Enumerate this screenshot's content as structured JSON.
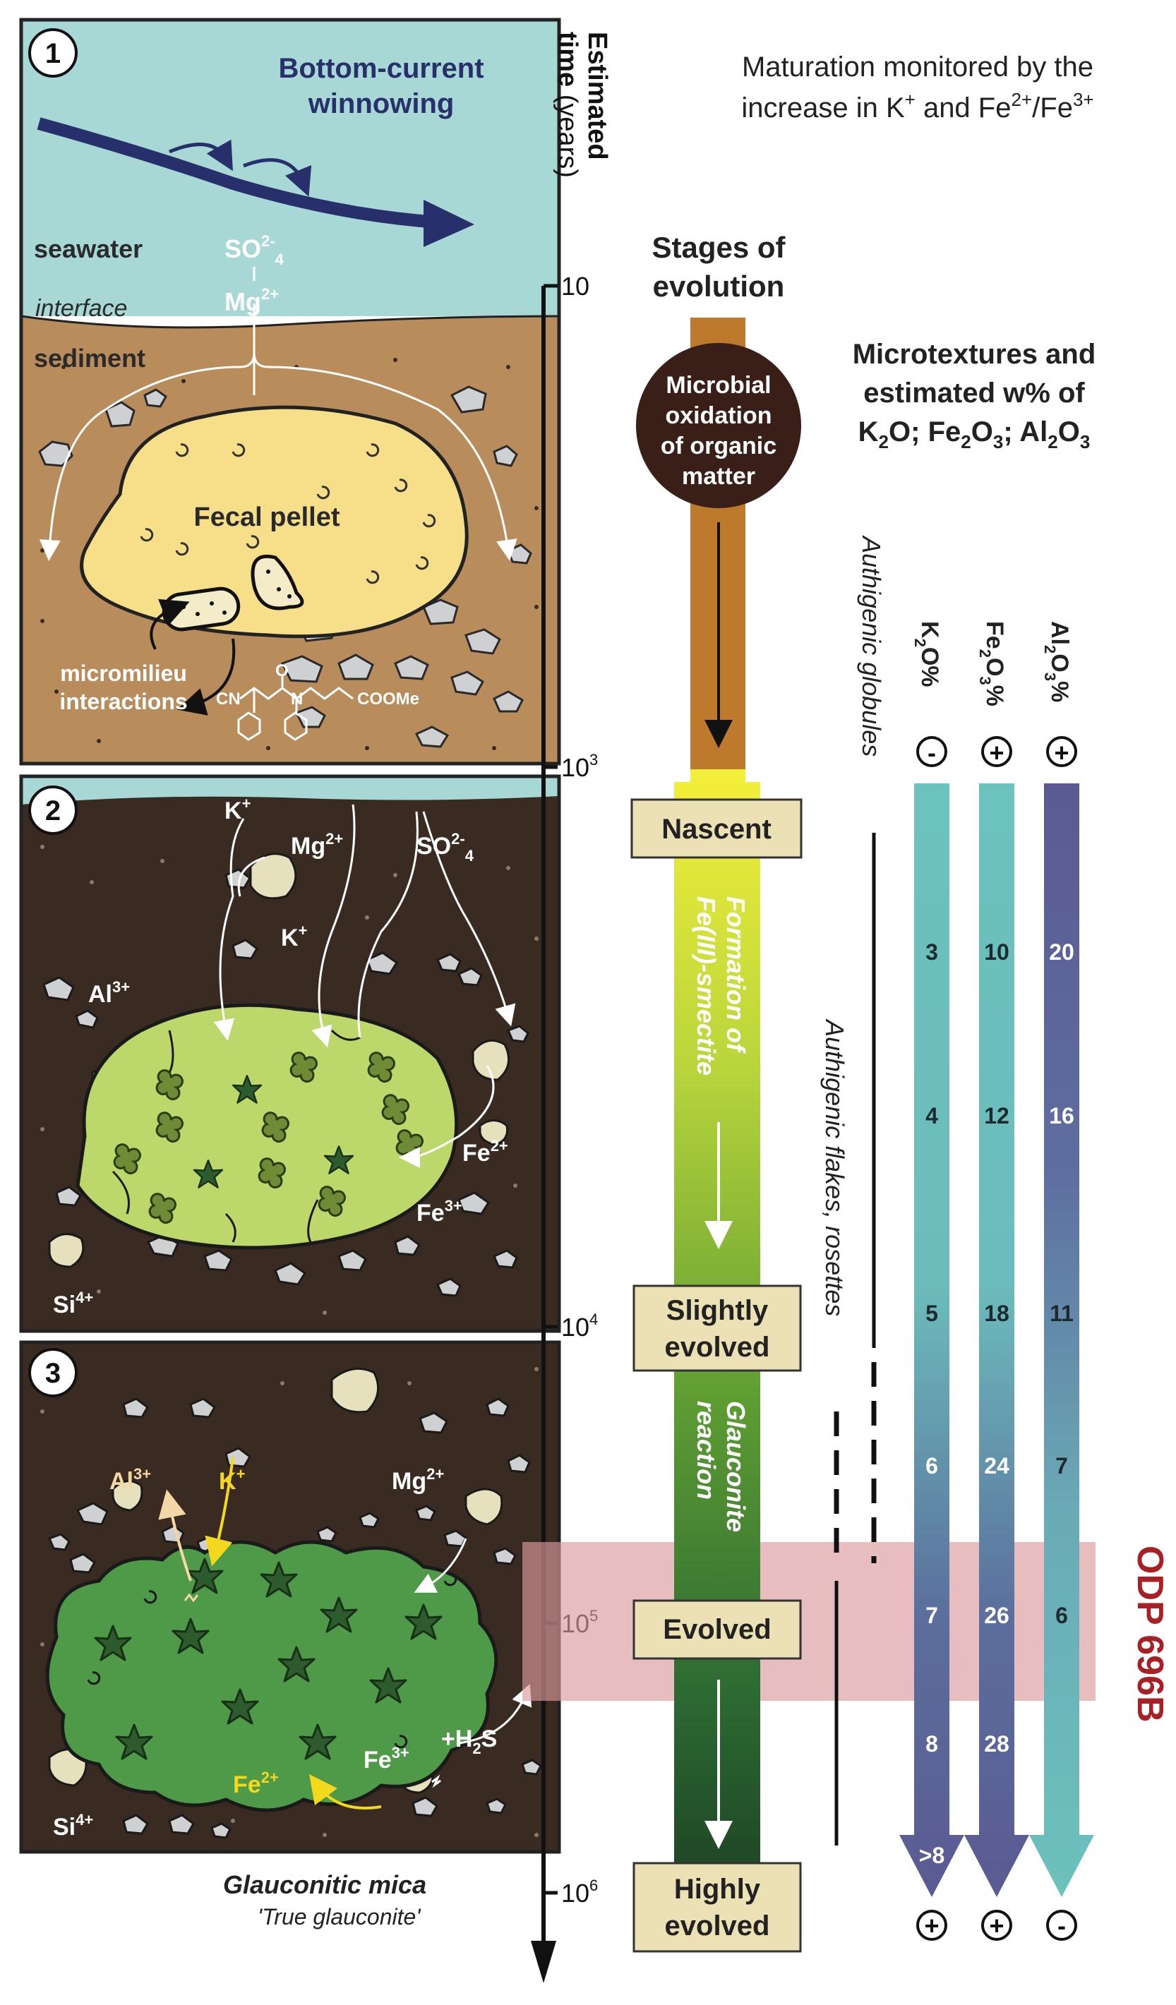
{
  "top_note": {
    "line1": "Maturation monitored by the",
    "line2_a": "increase in K",
    "line2_sup": "+",
    "line2_b": " and Fe",
    "line2_sup2": "2+",
    "line2_c": "/Fe",
    "line2_sup3": "3+"
  },
  "time_axis": {
    "title": "Estimated",
    "title2": "time",
    "unit": "(years)",
    "ticks": [
      {
        "base": "10",
        "exp": ""
      },
      {
        "base": "10",
        "exp": "3"
      },
      {
        "base": "10",
        "exp": "4"
      },
      {
        "base": "10",
        "exp": "5"
      },
      {
        "base": "10",
        "exp": "6"
      }
    ]
  },
  "panel1": {
    "number": "1",
    "current_line1": "Bottom-current",
    "current_line2": "winnowing",
    "seawater": "seawater",
    "interface": "interface",
    "sediment": "sediment",
    "so4_base": "SO",
    "so4_sup": "2-",
    "so4_sub": "4",
    "mg_base": "Mg",
    "mg_sup": "2+",
    "fecal_pellet": "Fecal pellet",
    "micromilieu1": "micromilieu",
    "micromilieu2": "interactions",
    "chem_cn": "CN",
    "chem_n": "N",
    "chem_o": "O",
    "chem_coome": "COOMe"
  },
  "panel2": {
    "number": "2",
    "k1_base": "K",
    "k1_sup": "+",
    "mg_base": "Mg",
    "mg_sup": "2+",
    "so4_base": "SO",
    "so4_sup": "2-",
    "so4_sub": "4",
    "k2_base": "K",
    "k2_sup": "+",
    "al_base": "Al",
    "al_sup": "3+",
    "fe2_base": "Fe",
    "fe2_sup": "2+",
    "fe3_base": "Fe",
    "fe3_sup": "3+",
    "si_base": "Si",
    "si_sup": "4+"
  },
  "panel3": {
    "number": "3",
    "al_base": "Al",
    "al_sup": "3+",
    "k_base": "K",
    "k_sup": "+",
    "mg_base": "Mg",
    "mg_sup": "2+",
    "fe2_base": "Fe",
    "fe2_sup": "2+",
    "fe3_base": "Fe",
    "fe3_sup": "3+",
    "h2s_a": "+H",
    "h2s_sub": "2",
    "h2s_b": "S",
    "si_base": "Si",
    "si_sup": "4+",
    "caption1": "Glauconitic mica",
    "caption2": "'True glauconite'"
  },
  "stages": {
    "title1": "Stages of",
    "title2": "evolution",
    "microbial": [
      "Microbial",
      "oxidation",
      "of organic",
      "matter"
    ],
    "nascent": "Nascent",
    "formation1": "Formation of",
    "formation2": "Fe(III)-smectite",
    "slightly1": "Slightly",
    "slightly2": "evolved",
    "glauconite1": "Glauconite",
    "glauconite2": "reaction",
    "evolved": "Evolved",
    "highly1": "Highly",
    "highly2": "evolved"
  },
  "microtextures": {
    "title1": "Microtextures and",
    "title2": "estimated w% of",
    "title3_a": "K",
    "title3_s1": "2",
    "title3_b": "O; Fe",
    "title3_s2": "2",
    "title3_c": "O",
    "title3_s3": "3",
    "title3_d": "; Al",
    "title3_s4": "2",
    "title3_e": "O",
    "title3_s5": "3",
    "globules": "Authigenic globules",
    "flakes": "Authigenic flakes, rosettes"
  },
  "columns": [
    {
      "label_a": "K",
      "label_sub1": "2",
      "label_b": "O%",
      "label_sub2": "",
      "label_c": "",
      "top_sign": "-",
      "bottom_sign": "+",
      "values": [
        "3",
        "4",
        "5",
        "6",
        "7",
        "8",
        ">8"
      ],
      "color_top": "#6cc2bd",
      "color_bottom": "#5b5a93"
    },
    {
      "label_a": "Fe",
      "label_sub1": "2",
      "label_b": "O",
      "label_sub2": "3",
      "label_c": "%",
      "top_sign": "+",
      "bottom_sign": "+",
      "values": [
        "10",
        "12",
        "18",
        "24",
        "26",
        "28"
      ],
      "color_top": "#6cc2bd",
      "color_bottom": "#5b5a93"
    },
    {
      "label_a": "Al",
      "label_sub1": "2",
      "label_b": "O",
      "label_sub2": "3",
      "label_c": "%",
      "top_sign": "+",
      "bottom_sign": "-",
      "values": [
        "20",
        "16",
        "11",
        "7",
        "6"
      ],
      "color_top": "#5b5a93",
      "color_bottom": "#6cc2bd"
    }
  ],
  "odp_label": "ODP 696B",
  "colors": {
    "seawater": "#a8d8d5",
    "sediment1": "#b98c5c",
    "sediment2": "#3a2b22",
    "pellet1": "#f6df88",
    "pellet2": "#bcd86a",
    "pellet3": "#4e9a48",
    "odp_band": "#dc9a9c",
    "odp_text": "#a82024",
    "navy": "#27306b",
    "stage_box": "#ece1b4"
  }
}
